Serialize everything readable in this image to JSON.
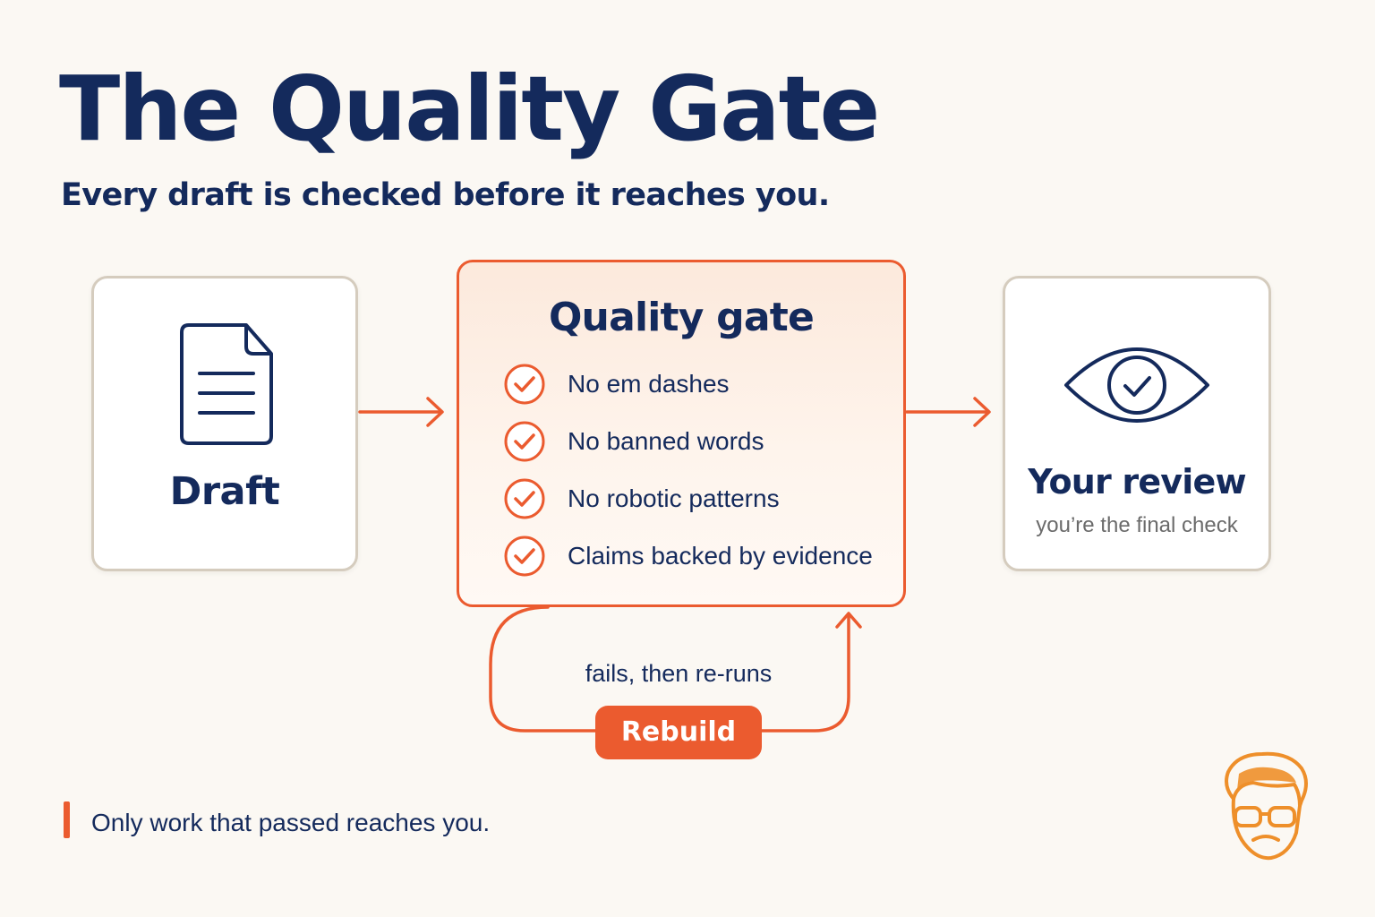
{
  "header": {
    "title": "The Quality Gate",
    "subtitle": "Every draft is checked before it reaches you."
  },
  "draft_card": {
    "label": "Draft",
    "icon": "document-icon"
  },
  "gate": {
    "title": "Quality gate",
    "checks": [
      {
        "label": "No em dashes",
        "icon": "check-circle-icon"
      },
      {
        "label": "No banned words",
        "icon": "check-circle-icon"
      },
      {
        "label": "No robotic patterns",
        "icon": "check-circle-icon"
      },
      {
        "label": "Claims backed by evidence",
        "icon": "check-circle-icon"
      }
    ]
  },
  "review_card": {
    "label": "Your review",
    "note": "you’re the final check",
    "icon": "eye-check-icon"
  },
  "loop": {
    "caption": "fails, then re-runs",
    "badge": "Rebuild"
  },
  "footer": {
    "note": "Only work that passed reaches you."
  },
  "avatar": {
    "icon": "mascot-avatar-icon"
  },
  "colors": {
    "navy": "#142A5C",
    "accent": "#EB5B2F",
    "background": "#FBF8F3",
    "card_border": "#D5CCBE",
    "muted_text": "#6B6B6B",
    "avatar": "#EE8F2A"
  }
}
